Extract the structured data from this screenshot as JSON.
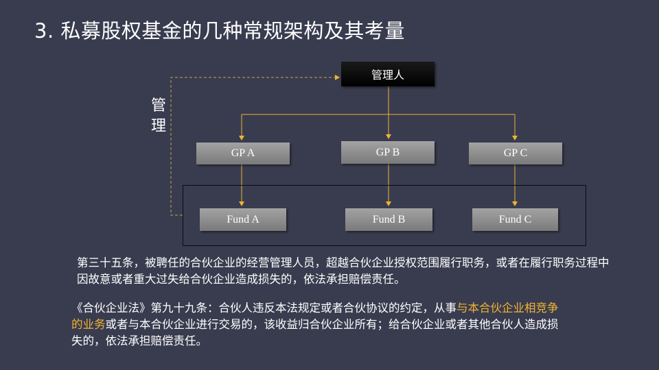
{
  "title": "3. 私募股权基金的几种常规架构及其考量",
  "diagram": {
    "manager": "管理人",
    "gps": [
      "GP A",
      "GP  B",
      "GP  C"
    ],
    "funds": [
      "Fund A",
      "Fund B",
      "Fund C"
    ],
    "side_label": [
      "管",
      "理"
    ],
    "colors": {
      "connector": "#f0b431",
      "dashed": "#c9a24a",
      "background": "#393c4f"
    }
  },
  "notes": {
    "p1": "第三十五条，被聘任的合伙企业的经营管理人员，超越合伙企业授权范围履行职务，或者在履行职务过程中因故意或者重大过失给合伙企业造成损失的，依法承担赔偿责任。",
    "p2_before": "《合伙企业法》第九十九条：合伙人违反本法规定或者合伙协议的约定，从事",
    "p2_highlight": "与本合伙企业相竞争的业务",
    "p2_after": "或者与本合伙企业进行交易的，该收益归合伙企业所有；给合伙企业或者其他合伙人造成损失的，依法承担赔偿责任。"
  }
}
